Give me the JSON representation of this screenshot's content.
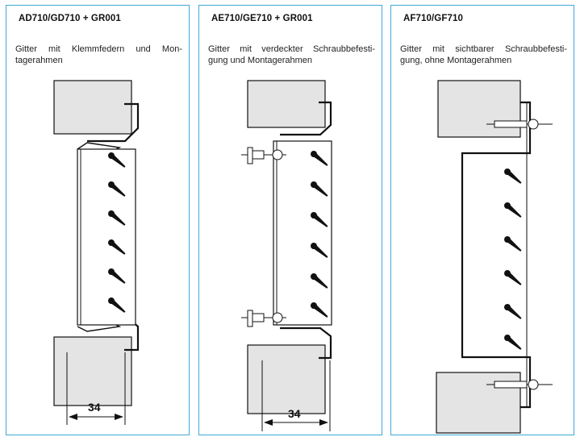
{
  "panels": [
    {
      "title": "AD710/GD710 + GR001",
      "desc_line1": "Gitter mit Klemmfedern und Mon-",
      "desc_line2": "tagerahmen",
      "dimension": "34"
    },
    {
      "title": "AE710/GE710 + GR001",
      "desc_line1": "Gitter mit verdeckter Schraubbefesti-",
      "desc_line2": "gung und Montagerahmen",
      "dimension": "34"
    },
    {
      "title": "AF710/GF710",
      "desc_line1": "Gitter mit sichtbarer Schraubbefesti-",
      "desc_line2": "gung, ohne Montagerahmen"
    }
  ],
  "colors": {
    "border": "#3fa9d6",
    "wall": "#e4e4e4",
    "line": "#111111"
  }
}
